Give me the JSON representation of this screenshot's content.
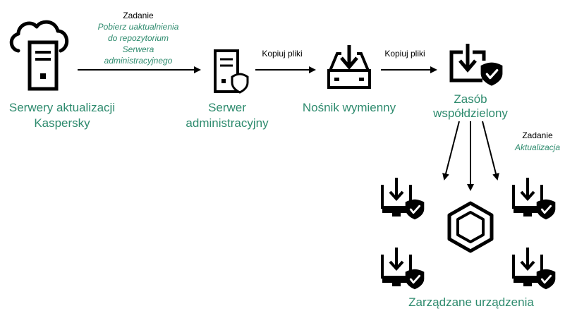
{
  "nodes": {
    "kaspersky_servers": {
      "line1": "Serwery aktualizacji",
      "line2": "Kaspersky"
    },
    "admin_server": {
      "line1": "Serwer",
      "line2": "administracyjny"
    },
    "removable_media": {
      "line1": "Nośnik wymienny"
    },
    "shared_resource": {
      "line1": "Zasób",
      "line2": "współdzielony"
    },
    "managed_devices": {
      "line1": "Zarządzane urządzenia"
    }
  },
  "edges": {
    "task1": {
      "header": "Zadanie",
      "line1": "Pobierz uaktualnienia",
      "line2": "do repozytorium",
      "line3": "Serwera",
      "line4": "administracyjnego"
    },
    "copy1": "Kopiuj pliki",
    "copy2": "Kopiuj pliki",
    "task2": {
      "header": "Zadanie",
      "name": "Aktualizacja"
    }
  },
  "colors": {
    "icon": "#000000",
    "accent_text": "#2e8b6e"
  }
}
